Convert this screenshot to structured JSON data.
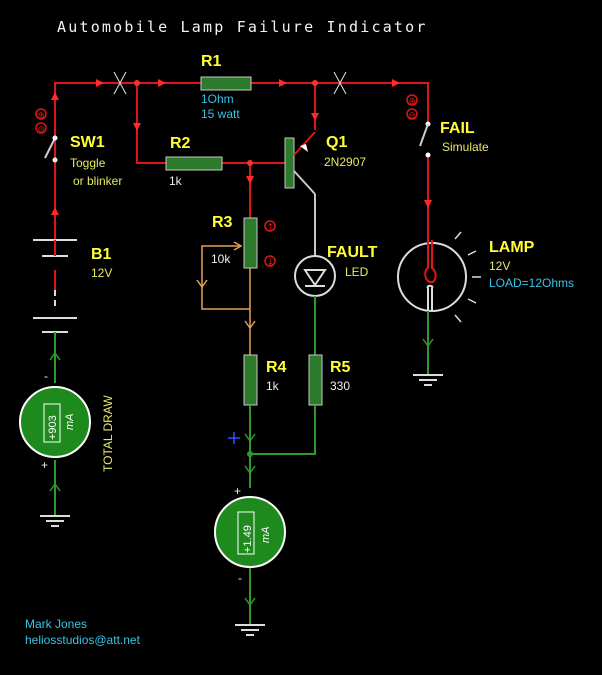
{
  "title": "Automobile Lamp Failure Indicator",
  "components": {
    "r1": {
      "ref": "R1",
      "value": "1Ohm",
      "rating": "15 watt"
    },
    "r2": {
      "ref": "R2",
      "value": "1k"
    },
    "r3": {
      "ref": "R3",
      "value": "10k"
    },
    "r4": {
      "ref": "R4",
      "value": "1k"
    },
    "r5": {
      "ref": "R5",
      "value": "330"
    },
    "q1": {
      "ref": "Q1",
      "value": "2N2907"
    },
    "sw1": {
      "ref": "SW1",
      "line1": "Toggle",
      "line2": "or blinker"
    },
    "fail": {
      "ref": "FAIL",
      "value": "Simulate"
    },
    "b1": {
      "ref": "B1",
      "value": "12V"
    },
    "fault": {
      "ref": "FAULT",
      "value": "LED"
    },
    "lamp": {
      "ref": "LAMP",
      "value": "12V",
      "load": "LOAD=12Ohms"
    }
  },
  "meters": {
    "total": {
      "reading": "+903",
      "unit": "mA",
      "label": "TOTAL DRAW",
      "minus": "-",
      "plus": "+"
    },
    "led": {
      "reading": "+1.49",
      "unit": "mA",
      "minus": "-",
      "plus": "+"
    }
  },
  "credits": {
    "author": "Mark Jones",
    "email": "heliosstudios@att.net"
  },
  "colors": {
    "background": "#000000",
    "positive_wire": "#e01515",
    "return_wire": "#2e9a2e",
    "pot_wire": "#e3a15a",
    "component_fill": "#2d7a2d",
    "label": "#ffff33"
  }
}
